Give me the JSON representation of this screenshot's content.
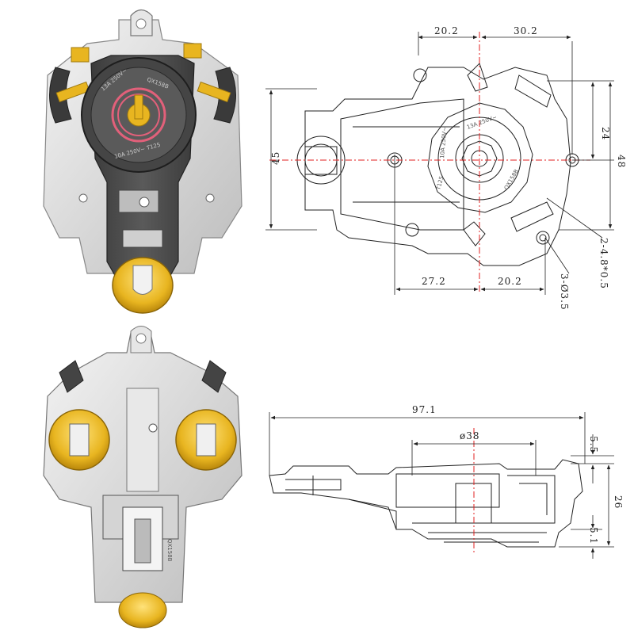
{
  "top_view": {
    "dim_top_left": "20.2",
    "dim_top_right": "30.2",
    "dim_left_height": "45",
    "dim_right_upper": "24",
    "dim_right_full": "48",
    "dim_bottom_left": "27.2",
    "dim_bottom_right": "20.2",
    "dim_terminal": "2-4.8*0.5",
    "dim_holes": "3-Ø3.5",
    "ring_text_1": "13A 250V~",
    "ring_text_2": "T125",
    "ring_text_3": "10A 250V~",
    "ring_text_4": "QX158B"
  },
  "side_view": {
    "dim_overall_length": "97.1",
    "dim_diameter": "ø38",
    "dim_top_offset": "5.5",
    "dim_height": "26",
    "dim_bottom_offset": "5.1"
  },
  "photo_top": {
    "ring_text_1": "13A 250V~",
    "ring_text_2": "QX158B",
    "ring_text_3": "10A 250V~ T125"
  },
  "photo_bottom": {
    "label": "QX158B"
  },
  "colors": {
    "line": "#222222",
    "centerline": "#e02020",
    "gold": "#e8b520",
    "dark_body": "#4a4a4a",
    "metal": "#d9d9d9"
  }
}
